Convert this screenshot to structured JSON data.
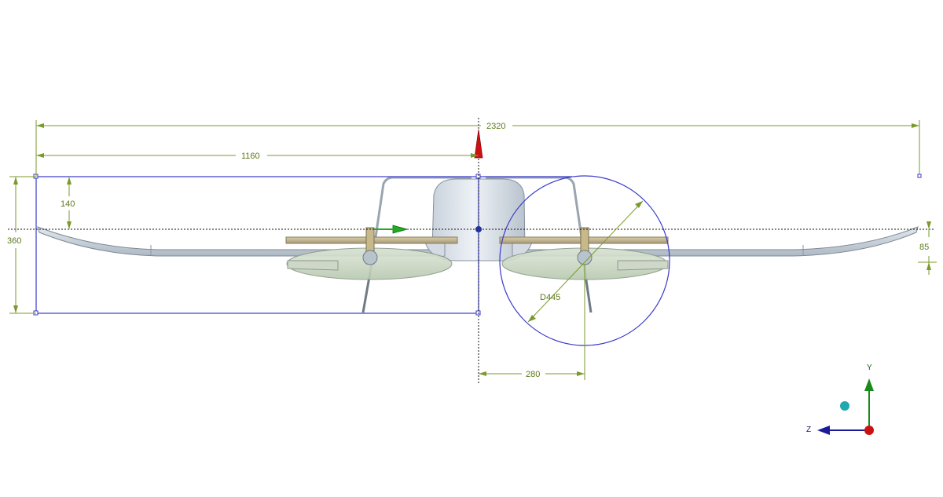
{
  "dimensions": {
    "overall_span": "2320",
    "half_span": "1160",
    "height_offset": "140",
    "overall_height": "360",
    "wingtip_offset": "85",
    "rotor_diameter": "D445",
    "rotor_offset": "280"
  },
  "triad": {
    "y_label": "Y",
    "z_label": "Z"
  },
  "colors": {
    "dimension": "#7a9a2a",
    "box_outline": "#3a3acc",
    "centerline": "#111111",
    "triad_y": "#1a8a1a",
    "triad_z": "#1a1a9a",
    "triad_origin": "#cc1111",
    "triad_ball": "#20a8b0",
    "marker_vertical": "#cc1111",
    "marker_horizontal": "#22aa22"
  }
}
